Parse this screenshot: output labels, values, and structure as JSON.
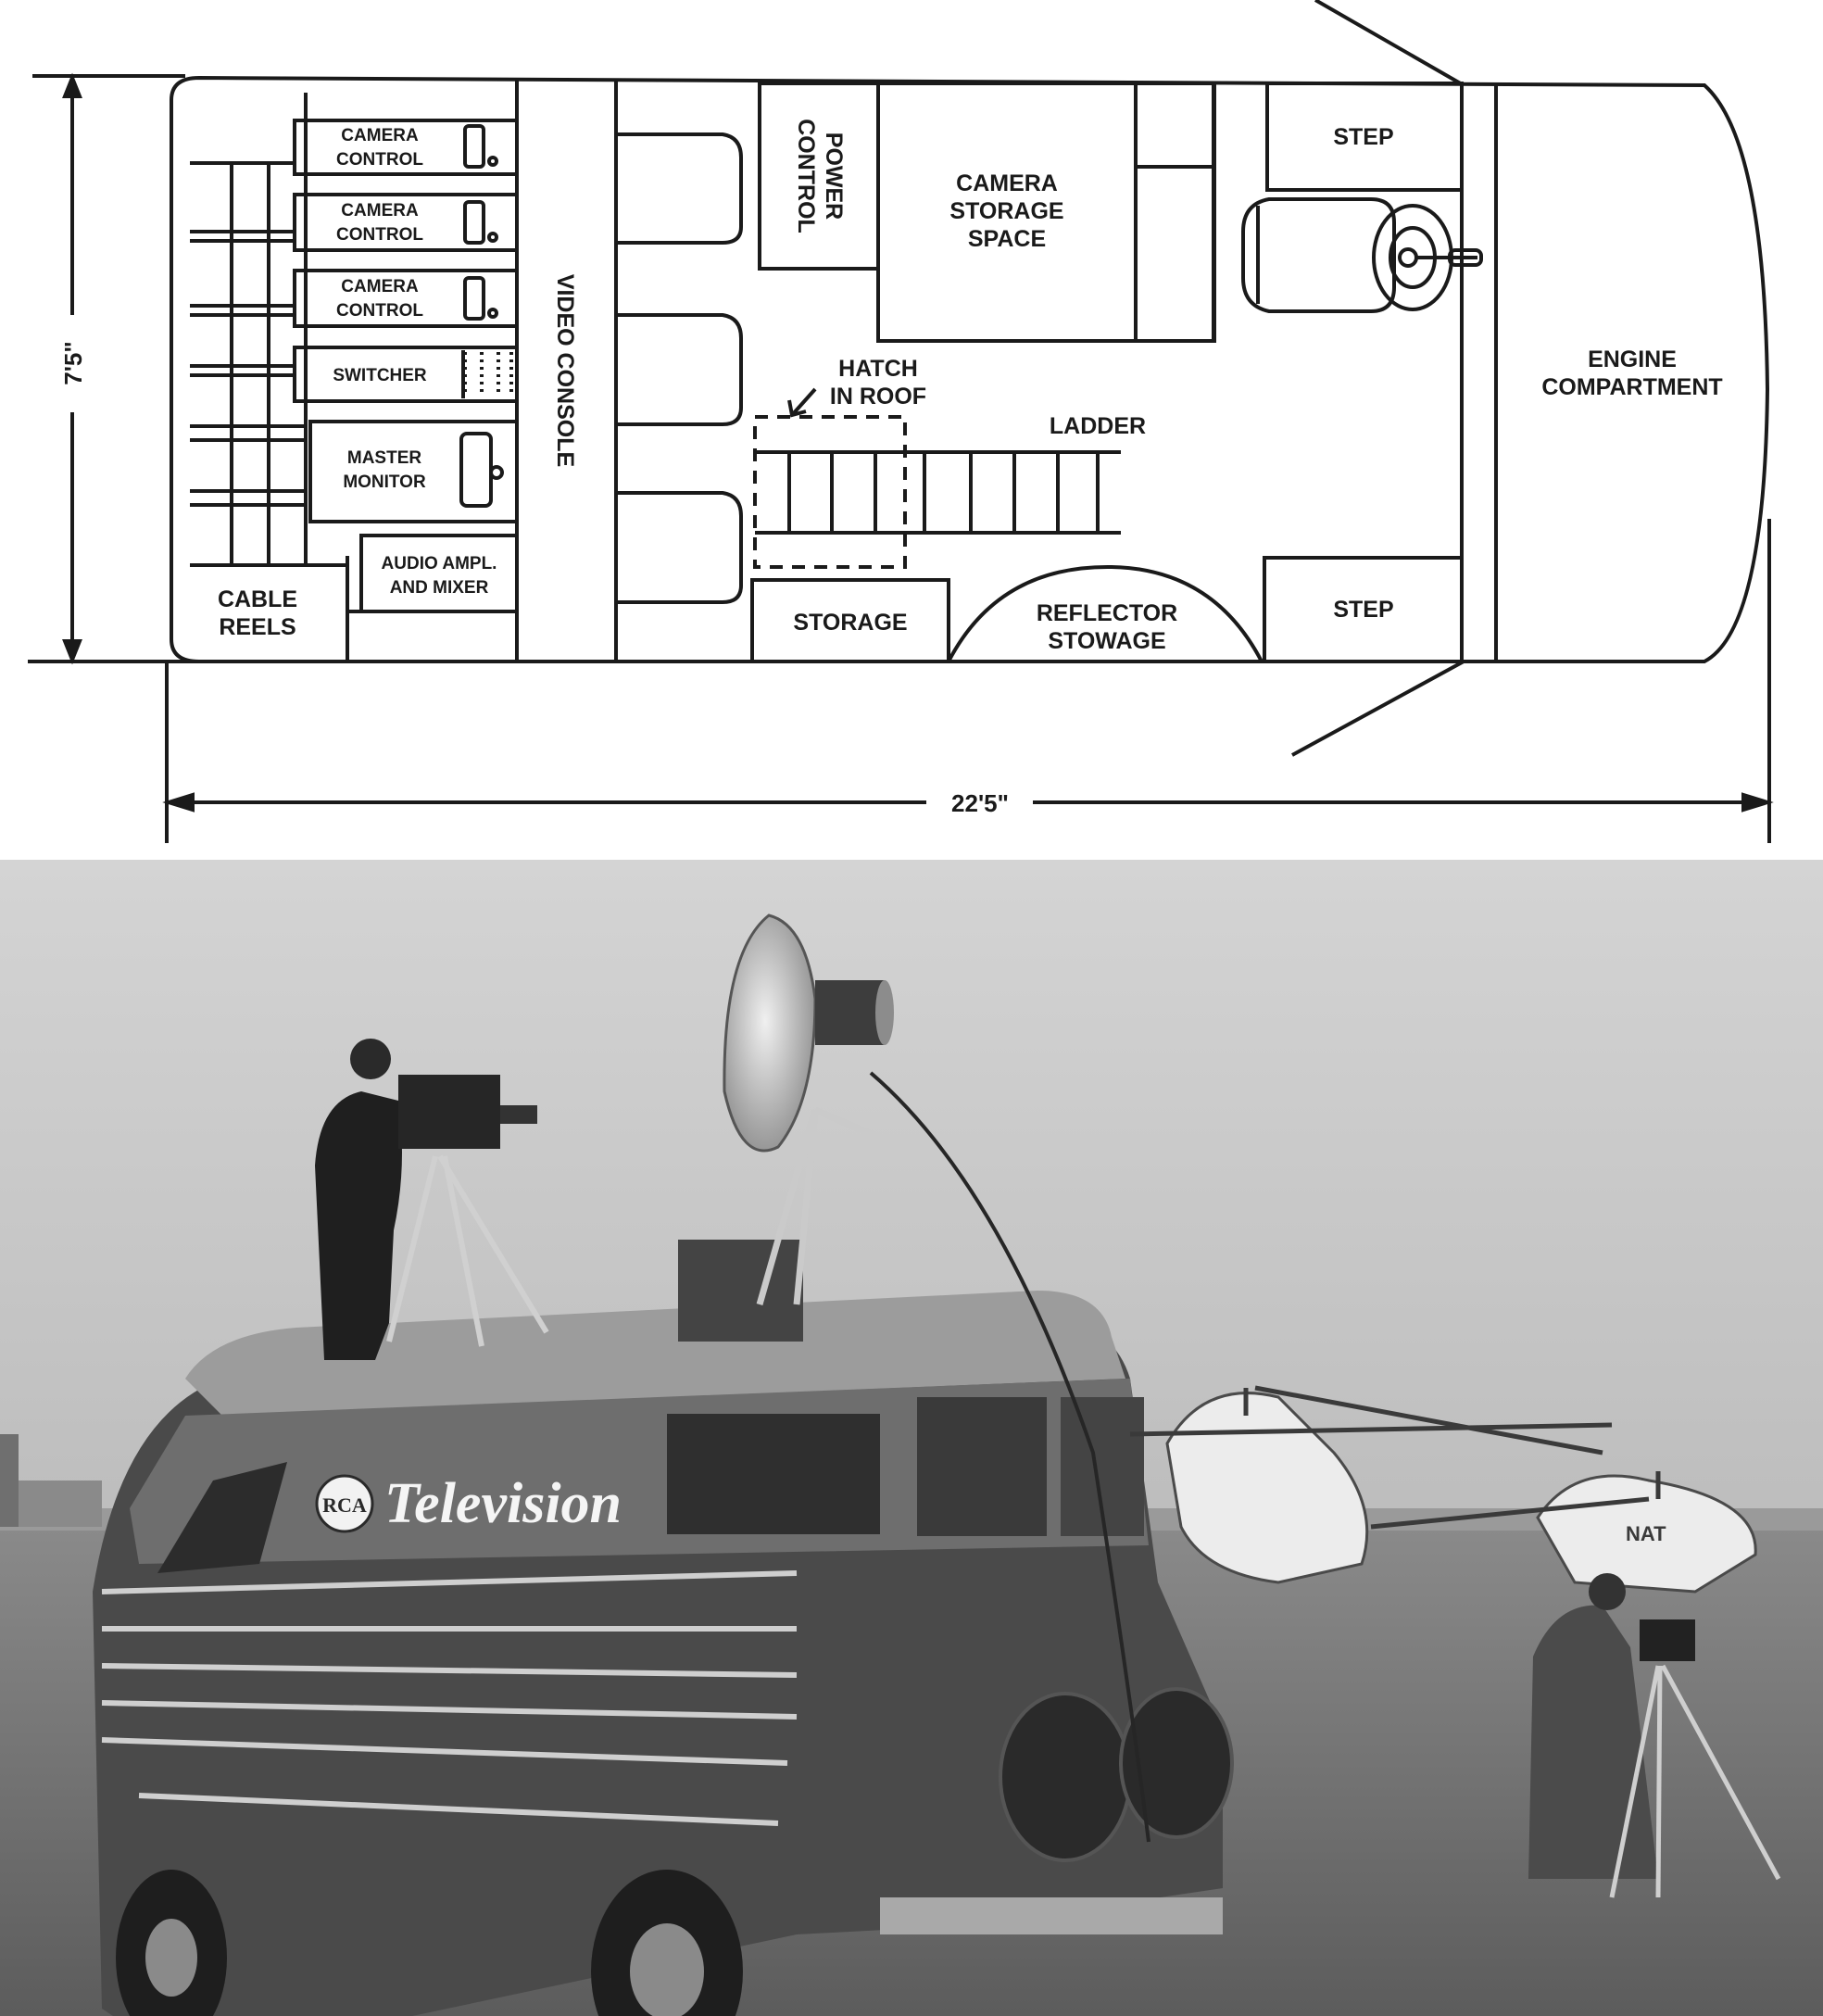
{
  "diagram": {
    "dimensions": {
      "width": "7'5\"",
      "length": "22'5\""
    },
    "labels": {
      "camera_control_1": [
        "CAMERA",
        "CONTROL"
      ],
      "camera_control_2": [
        "CAMERA",
        "CONTROL"
      ],
      "camera_control_3": [
        "CAMERA",
        "CONTROL"
      ],
      "switcher": "SWITCHER",
      "master_monitor": [
        "MASTER",
        "MONITOR"
      ],
      "audio": [
        "AUDIO AMPL.",
        "AND MIXER"
      ],
      "cable_reels": [
        "CABLE",
        "REELS"
      ],
      "video_console": "VIDEO CONSOLE",
      "power_control": [
        "POWER",
        "CONTROL"
      ],
      "camera_storage": [
        "CAMERA",
        "STORAGE",
        "SPACE"
      ],
      "hatch": [
        "HATCH",
        "IN ROOF"
      ],
      "ladder": "LADDER",
      "storage": "STORAGE",
      "reflector": [
        "REFLECTOR",
        "STOWAGE"
      ],
      "step_top": "STEP",
      "step_bottom": "STEP",
      "engine": [
        "ENGINE",
        "COMPARTMENT"
      ]
    }
  },
  "photo": {
    "van_lettering": "Television",
    "logo": "RCA",
    "helicopter_marking": "NAT"
  }
}
